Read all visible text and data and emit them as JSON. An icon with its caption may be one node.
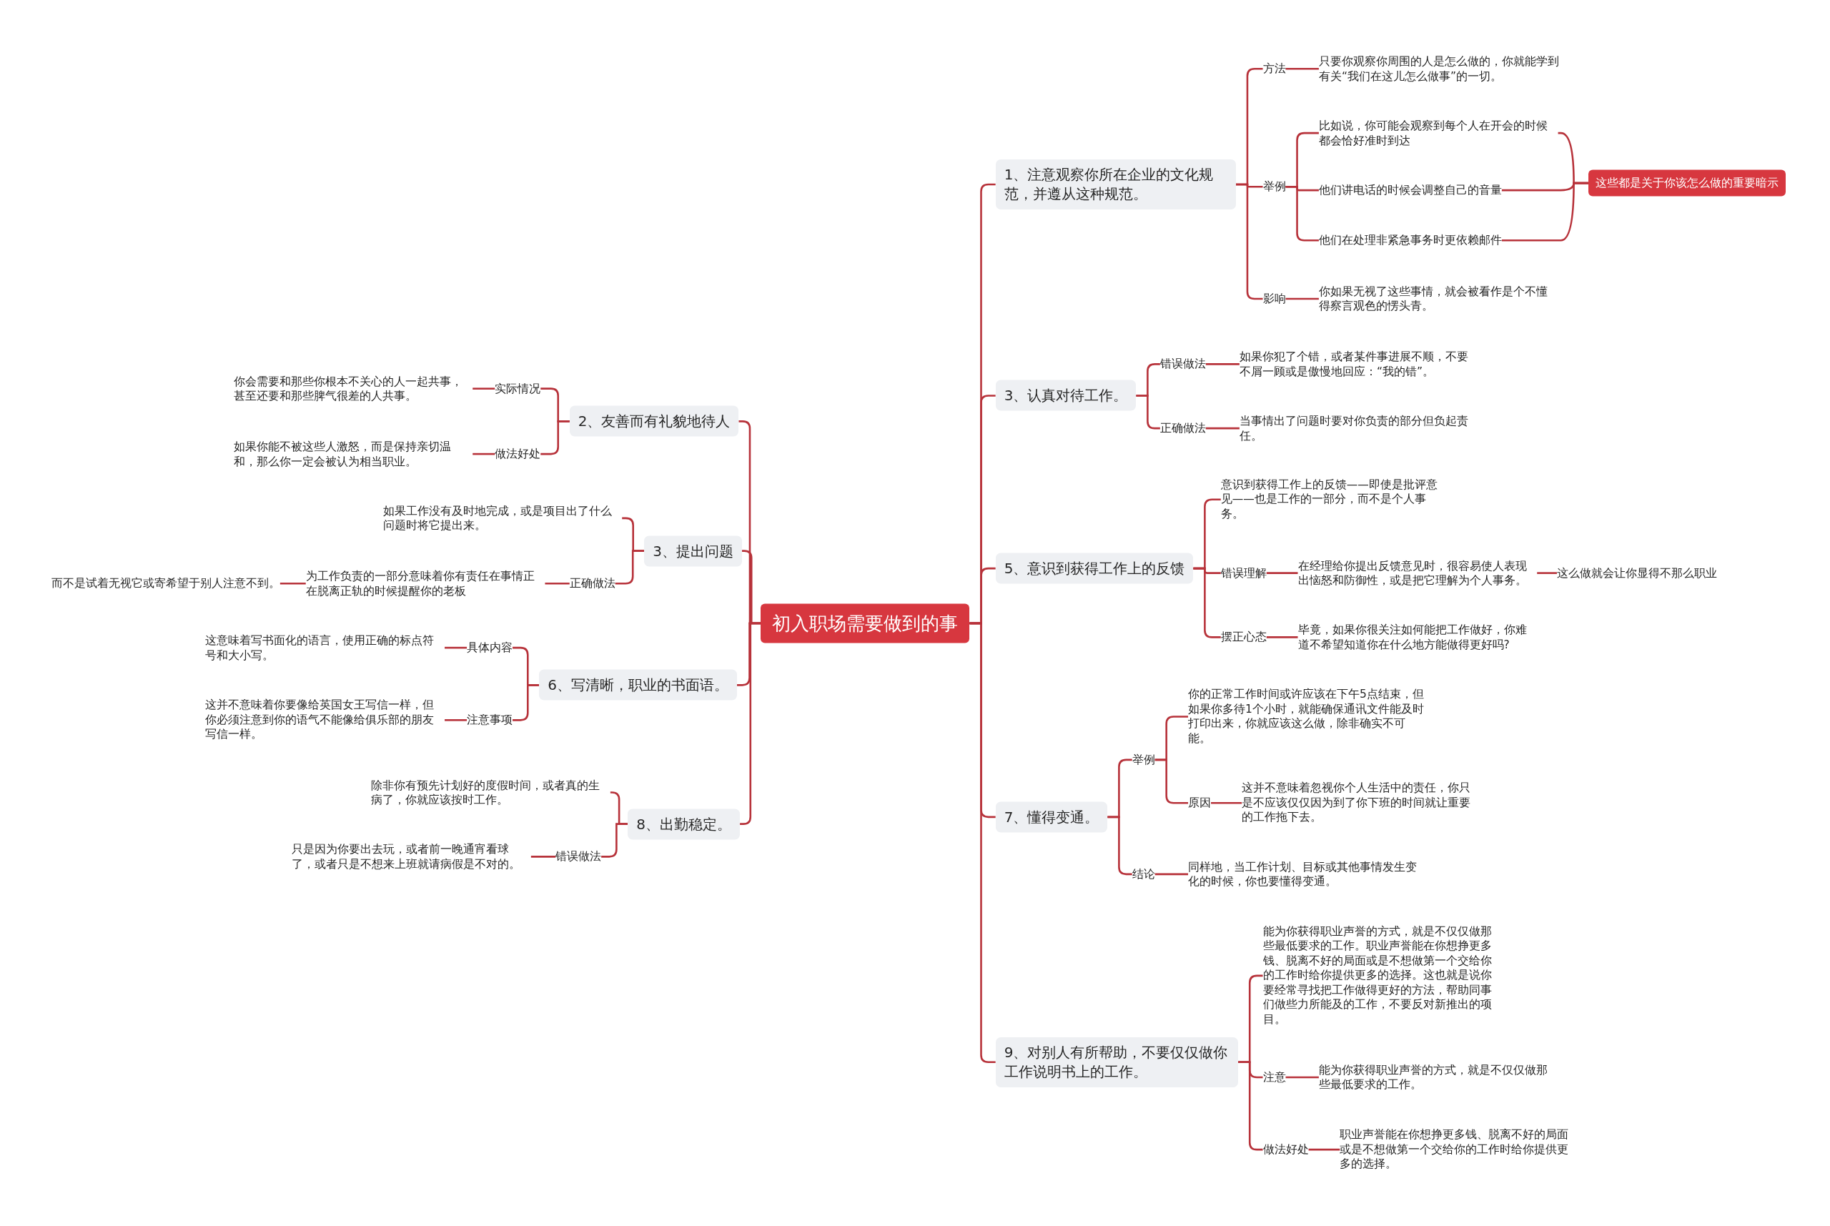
{
  "diagram": {
    "nodes": [
      {
        "text": [
          "初入职场需要做到的事"
        ]
      },
      {
        "text": [
          "1、注意观察你所在企业的文化规范，并遵从这种规范。"
        ]
      },
      {
        "text": [
          "方法"
        ]
      },
      {
        "text": [
          "只要你观察你周围的人是怎么做的，你就能学到有关“我们在这儿怎么做事”的一切。"
        ]
      },
      {
        "text": [
          "举例"
        ]
      },
      {
        "text": [
          "比如说，你可能会观察到每个人在开会的时候都会恰好准时到达"
        ]
      },
      {
        "text": [
          "他们讲电话的时候会调整自己的音量"
        ]
      },
      {
        "text": [
          "他们在处理非紧急事务时更依赖邮件"
        ]
      },
      {
        "text": [
          "这些都是关于你该怎么做的重要暗示"
        ]
      },
      {
        "text": [
          "影响"
        ]
      },
      {
        "text": [
          "你如果无视了这些事情，就会被看作是个不懂得察言观色的愣头青。"
        ]
      },
      {
        "text": [
          "3、认真对待工作。"
        ]
      },
      {
        "text": [
          "错误做法"
        ]
      },
      {
        "text": [
          "如果你犯了个错，或者某件事进展不顺，不要不屑一顾或是傲慢地回应：“我的错”。"
        ]
      },
      {
        "text": [
          "正确做法"
        ]
      },
      {
        "text": [
          "当事情出了问题时要对你负责的部分但负起责任。"
        ]
      },
      {
        "text": [
          "5、意识到获得工作上的反馈"
        ]
      },
      {
        "text": [
          "意识到获得工作上的反馈——即使是批评意见——也是工作的一部分，而不是个人事务。"
        ]
      },
      {
        "text": [
          "错误理解"
        ]
      },
      {
        "text": [
          "在经理给你提出反馈意见时，很容易使人表现出恼怒和防御性，或是把它理解为个人事务。"
        ]
      },
      {
        "text": [
          "这么做就会让你显得不那么职业"
        ]
      },
      {
        "text": [
          "摆正心态"
        ]
      },
      {
        "text": [
          "毕竟，如果你很关注如何能把工作做好，你难道不希望知道你在什么地方能做得更好吗?"
        ]
      },
      {
        "text": [
          "7、懂得变通。"
        ]
      },
      {
        "text": [
          "举例"
        ]
      },
      {
        "text": [
          "你的正常工作时间或许应该在下午5点结束，但如果你多待1个小时，就能确保通讯文件能及时打印出来，你就应该这么做，除非确实不可能。"
        ]
      },
      {
        "text": [
          "原因"
        ]
      },
      {
        "text": [
          "这并不意味着忽视你个人生活中的责任，你只是不应该仅仅因为到了你下班的时间就让重要的工作拖下去。"
        ]
      },
      {
        "text": [
          "结论"
        ]
      },
      {
        "text": [
          "同样地，当工作计划、目标或其他事情发生变化的时候，你也要懂得变通。"
        ]
      },
      {
        "text": [
          "9、对别人有所帮助，不要仅仅做你工作说明书上的工作。"
        ]
      },
      {
        "text": [
          "能为你获得职业声誉的方式，就是不仅仅做那些最低要求的工作。职业声誉能在你想挣更多钱、脱离不好的局面或是不想做第一个交给你的工作时给你提供更多的选择。这也就是说你要经常寻找把工作做得更好的方法，帮助同事们做些力所能及的工作，不要反对新推出的项目。"
        ]
      },
      {
        "text": [
          "注意"
        ]
      },
      {
        "text": [
          "能为你获得职业声誉的方式，就是不仅仅做那些最低要求的工作。"
        ]
      },
      {
        "text": [
          "做法好处"
        ]
      },
      {
        "text": [
          "职业声誉能在你想挣更多钱、脱离不好的局面或是不想做第一个交给你的工作时给你提供更多的选择。"
        ]
      },
      {
        "text": [
          "2、友善而有礼貌地待人"
        ]
      },
      {
        "text": [
          "实际情况"
        ]
      },
      {
        "text": [
          "你会需要和那些你根本不关心的人一起共事，甚至还要和那些脾气很差的人共事。"
        ]
      },
      {
        "text": [
          "做法好处"
        ]
      },
      {
        "text": [
          "如果你能不被这些人激怒，而是保持亲切温和，那么你一定会被认为相当职业。"
        ]
      },
      {
        "text": [
          "3、提出问题"
        ]
      },
      {
        "text": [
          "如果工作没有及时地完成，或是项目出了什么问题时将它提出来。"
        ]
      },
      {
        "text": [
          "正确做法"
        ]
      },
      {
        "text": [
          "为工作负责的一部分意味着你有责任在事情正在脱离正轨的时候提醒你的老板"
        ]
      },
      {
        "text": [
          "而不是试着无视它或寄希望于别人注意不到。"
        ]
      },
      {
        "text": [
          "6、写清晰，职业的书面语。"
        ]
      },
      {
        "text": [
          "具体内容"
        ]
      },
      {
        "text": [
          "这意味着写书面化的语言，使用正确的标点符号和大小写。"
        ]
      },
      {
        "text": [
          "注意事项"
        ]
      },
      {
        "text": [
          "这并不意味着你要像给英国女王写信一样，但你必须注意到你的语气不能像给俱乐部的朋友写信一样。"
        ]
      },
      {
        "text": [
          "8、出勤稳定。"
        ]
      },
      {
        "text": [
          "除非你有预先计划好的度假时间，或者真的生病了，你就应该按时工作。"
        ]
      },
      {
        "text": [
          "错误做法"
        ]
      },
      {
        "text": [
          "只是因为你要出去玩，或者前一晚通宵看球了，或者只是不想来上班就请病假是不对的。"
        ]
      }
    ],
    "edges": [
      {
        "from": 0,
        "to": 1,
        "arrow": "none"
      },
      {
        "from": 1,
        "to": 2,
        "arrow": "none"
      },
      {
        "from": 2,
        "to": 3,
        "arrow": "none"
      },
      {
        "from": 1,
        "to": 4,
        "arrow": "none"
      },
      {
        "from": 4,
        "to": 5,
        "arrow": "none"
      },
      {
        "from": 4,
        "to": 6,
        "arrow": "none"
      },
      {
        "from": 4,
        "to": 7,
        "arrow": "none"
      },
      {
        "from": 5,
        "to": 8,
        "arrow": "none"
      },
      {
        "from": 6,
        "to": 8,
        "arrow": "none"
      },
      {
        "from": 7,
        "to": 8,
        "arrow": "none"
      },
      {
        "from": 1,
        "to": 9,
        "arrow": "none"
      },
      {
        "from": 9,
        "to": 10,
        "arrow": "none"
      },
      {
        "from": 0,
        "to": 11,
        "arrow": "none"
      },
      {
        "from": 11,
        "to": 12,
        "arrow": "none"
      },
      {
        "from": 12,
        "to": 13,
        "arrow": "none"
      },
      {
        "from": 11,
        "to": 14,
        "arrow": "none"
      },
      {
        "from": 14,
        "to": 15,
        "arrow": "none"
      },
      {
        "from": 0,
        "to": 16,
        "arrow": "none"
      },
      {
        "from": 16,
        "to": 17,
        "arrow": "none"
      },
      {
        "from": 16,
        "to": 18,
        "arrow": "none"
      },
      {
        "from": 18,
        "to": 19,
        "arrow": "none"
      },
      {
        "from": 19,
        "to": 20,
        "arrow": "none"
      },
      {
        "from": 16,
        "to": 21,
        "arrow": "none"
      },
      {
        "from": 21,
        "to": 22,
        "arrow": "none"
      },
      {
        "from": 0,
        "to": 23,
        "arrow": "none"
      },
      {
        "from": 23,
        "to": 24,
        "arrow": "none"
      },
      {
        "from": 24,
        "to": 25,
        "arrow": "none"
      },
      {
        "from": 24,
        "to": 26,
        "arrow": "none"
      },
      {
        "from": 26,
        "to": 27,
        "arrow": "none"
      },
      {
        "from": 23,
        "to": 28,
        "arrow": "none"
      },
      {
        "from": 28,
        "to": 29,
        "arrow": "none"
      },
      {
        "from": 0,
        "to": 30,
        "arrow": "none"
      },
      {
        "from": 30,
        "to": 31,
        "arrow": "none"
      },
      {
        "from": 30,
        "to": 32,
        "arrow": "none"
      },
      {
        "from": 32,
        "to": 33,
        "arrow": "none"
      },
      {
        "from": 30,
        "to": 34,
        "arrow": "none"
      },
      {
        "from": 34,
        "to": 35,
        "arrow": "none"
      },
      {
        "from": 0,
        "to": 36,
        "arrow": "none"
      },
      {
        "from": 36,
        "to": 37,
        "arrow": "none"
      },
      {
        "from": 37,
        "to": 38,
        "arrow": "none"
      },
      {
        "from": 36,
        "to": 39,
        "arrow": "none"
      },
      {
        "from": 39,
        "to": 40,
        "arrow": "none"
      },
      {
        "from": 0,
        "to": 41,
        "arrow": "none"
      },
      {
        "from": 41,
        "to": 42,
        "arrow": "none"
      },
      {
        "from": 41,
        "to": 43,
        "arrow": "none"
      },
      {
        "from": 43,
        "to": 44,
        "arrow": "none"
      },
      {
        "from": 44,
        "to": 45,
        "arrow": "none"
      },
      {
        "from": 0,
        "to": 46,
        "arrow": "none"
      },
      {
        "from": 46,
        "to": 47,
        "arrow": "none"
      },
      {
        "from": 47,
        "to": 48,
        "arrow": "none"
      },
      {
        "from": 46,
        "to": 49,
        "arrow": "none"
      },
      {
        "from": 49,
        "to": 50,
        "arrow": "none"
      },
      {
        "from": 0,
        "to": 51,
        "arrow": "none"
      },
      {
        "from": 51,
        "to": 52,
        "arrow": "none"
      },
      {
        "from": 51,
        "to": 53,
        "arrow": "none"
      },
      {
        "from": 53,
        "to": 54,
        "arrow": "none"
      }
    ]
  }
}
